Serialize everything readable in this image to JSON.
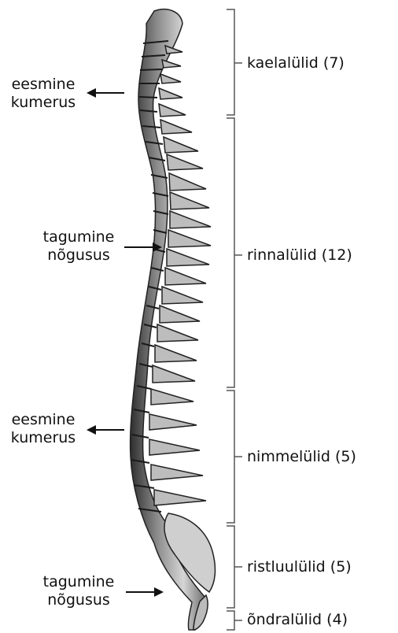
{
  "curvatures": [
    {
      "line1": "eesmine",
      "line2": "kumerus"
    },
    {
      "line1": "tagumine",
      "line2": "nõgusus"
    },
    {
      "line1": "eesmine",
      "line2": "kumerus"
    },
    {
      "line1": "tagumine",
      "line2": "nõgusus"
    }
  ],
  "regions": [
    {
      "label": "kaelalülid (7)"
    },
    {
      "label": "rinnalülid (12)"
    },
    {
      "label": "nimmelülid (5)"
    },
    {
      "label": "ristluulülid (5)"
    },
    {
      "label": "õndralülid (4)"
    }
  ],
  "colors": {
    "bone": "#c9c9c9",
    "bone_dark": "#4a4a4a",
    "line": "#333333",
    "text": "#111111"
  }
}
